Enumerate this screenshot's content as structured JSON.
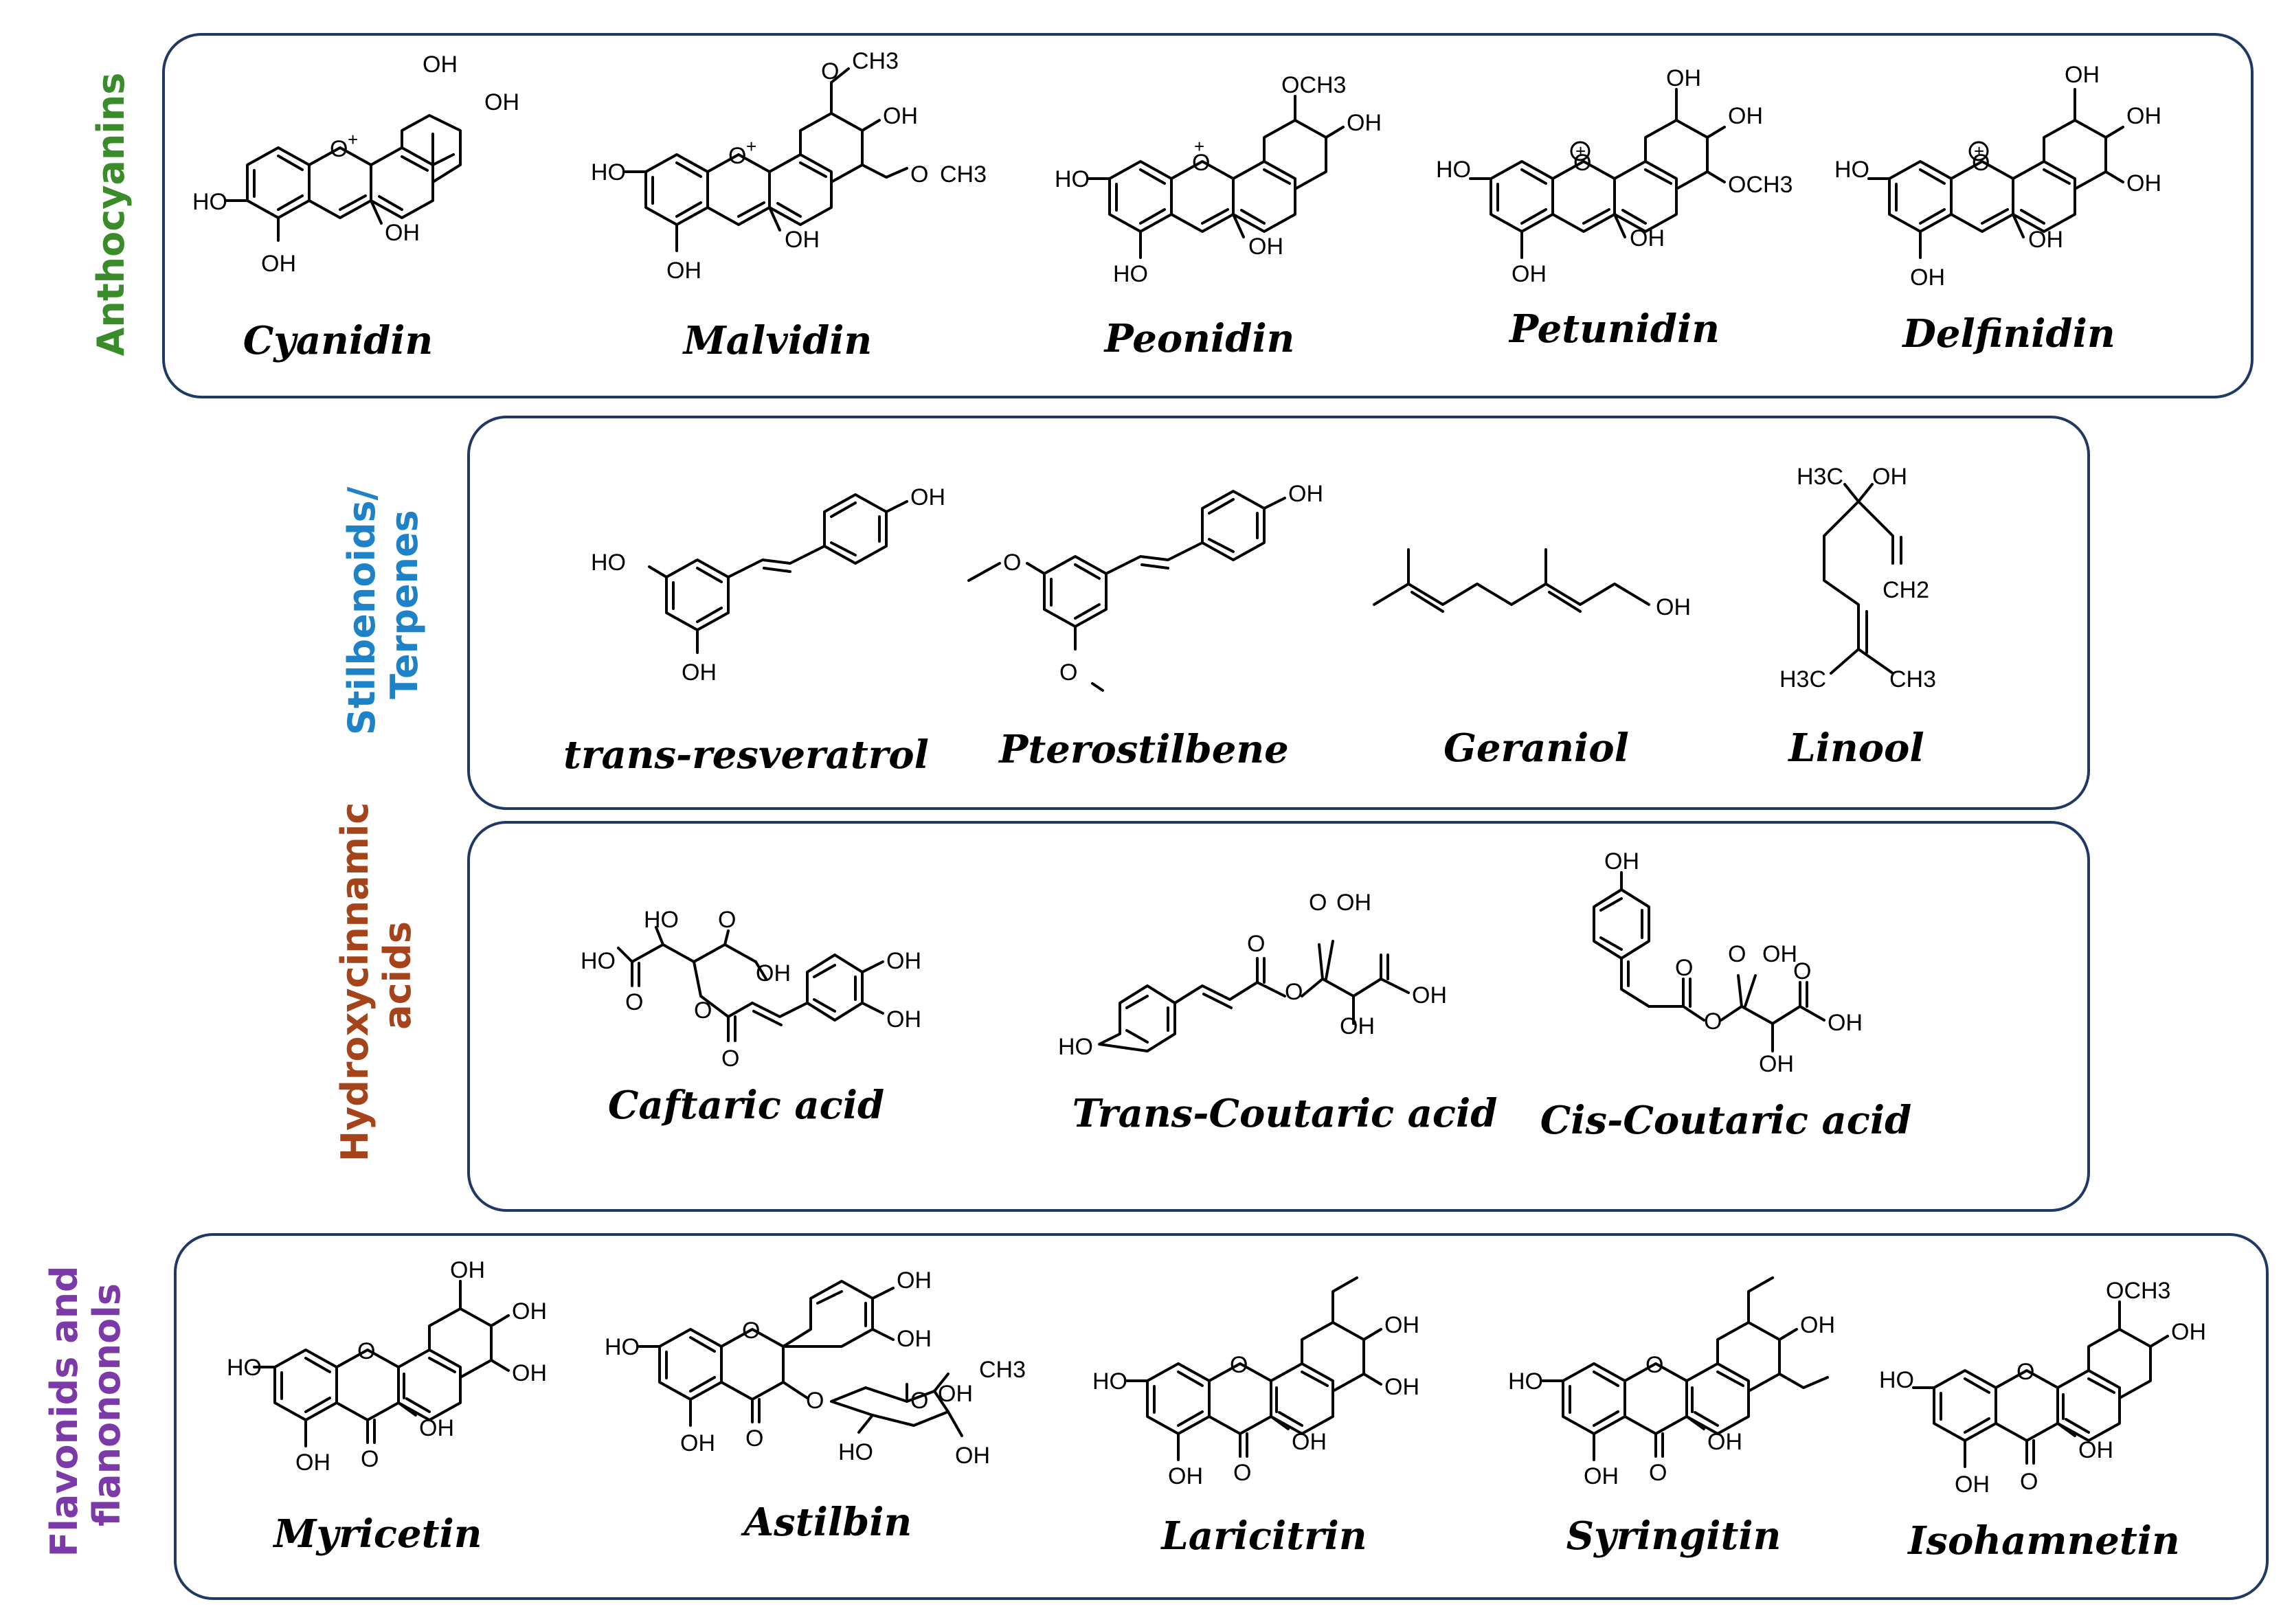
{
  "colors": {
    "panel_border": "#1f3864",
    "anthocyanins": "#3a8c2a",
    "stilbenoids": "#1e82c8",
    "hydroxycinnamic": "#a5441a",
    "flavonoids": "#7c3aa8"
  },
  "categories": {
    "anthocyanins": {
      "lines": [
        "Anthocyanins"
      ]
    },
    "stilbenoids": {
      "lines": [
        "Stilbenoids/",
        "Terpenes"
      ]
    },
    "hydroxycinnamic": {
      "lines": [
        "Hydroxycinnamic",
        "acids"
      ]
    },
    "flavonoids": {
      "lines": [
        "Flavonids and",
        "flanononols"
      ]
    }
  },
  "compounds": {
    "anthocyanins": [
      {
        "name": "Cyanidin",
        "substituents": [
          "HO",
          "OH",
          "OH",
          "OH",
          "OH",
          "O",
          "+"
        ]
      },
      {
        "name": "Malvidin",
        "substituents": [
          "HO",
          "OH",
          "OH",
          "O",
          "CH3",
          "OH",
          "O",
          "CH3",
          "O",
          "+"
        ]
      },
      {
        "name": "Peonidin",
        "substituents": [
          "HO",
          "HO",
          "OH",
          "OCH3",
          "OH",
          "O",
          "+"
        ]
      },
      {
        "name": "Petunidin",
        "substituents": [
          "HO",
          "OH",
          "OH",
          "OH",
          "OH",
          "OCH3",
          "O",
          "+"
        ]
      },
      {
        "name": "Delfinidin",
        "substituents": [
          "HO",
          "OH",
          "OH",
          "OH",
          "OH",
          "OH",
          "O",
          "+"
        ]
      }
    ],
    "stilbenoids": [
      {
        "name": "trans-resveratrol",
        "substituents": [
          "HO",
          "OH",
          "OH"
        ]
      },
      {
        "name": "Pterostilbene",
        "substituents": [
          "O",
          "O",
          "OH"
        ]
      },
      {
        "name": "Geraniol",
        "substituents": [
          "OH"
        ]
      },
      {
        "name": "Linool",
        "substituents": [
          "H3C",
          "OH",
          "CH2",
          "H3C",
          "CH3"
        ]
      }
    ],
    "hydroxycinnamic": [
      {
        "name": "Caftaric acid",
        "substituents": [
          "HO",
          "HO",
          "O",
          "O",
          "OH",
          "O",
          "O",
          "OH",
          "OH"
        ]
      },
      {
        "name": "Trans-Coutaric acid",
        "substituents": [
          "HO",
          "O",
          "O",
          "O",
          "OH",
          "OH",
          "OH"
        ]
      },
      {
        "name": "Cis-Coutaric acid",
        "substituents": [
          "OH",
          "O",
          "O",
          "O",
          "OH",
          "O",
          "OH",
          "OH"
        ]
      }
    ],
    "flavonoids": [
      {
        "name": "Myricetin",
        "substituents": [
          "HO",
          "OH",
          "O",
          "OH",
          "O",
          "OH",
          "OH",
          "OH"
        ]
      },
      {
        "name": "Astilbin",
        "substituents": [
          "HO",
          "OH",
          "O",
          "O",
          "OH",
          "OH",
          "O",
          "O",
          "OH",
          "CH3",
          "HO",
          "OH"
        ]
      },
      {
        "name": "Laricitrin",
        "substituents": [
          "HO",
          "OH",
          "O",
          "OH",
          "O",
          "OH",
          "OH"
        ]
      },
      {
        "name": "Syringitin",
        "substituents": [
          "HO",
          "OH",
          "O",
          "OH",
          "O",
          "OH"
        ]
      },
      {
        "name": "Isohamnetin",
        "substituents": [
          "HO",
          "OH",
          "O",
          "OH",
          "O",
          "OCH3",
          "OH"
        ]
      }
    ]
  }
}
